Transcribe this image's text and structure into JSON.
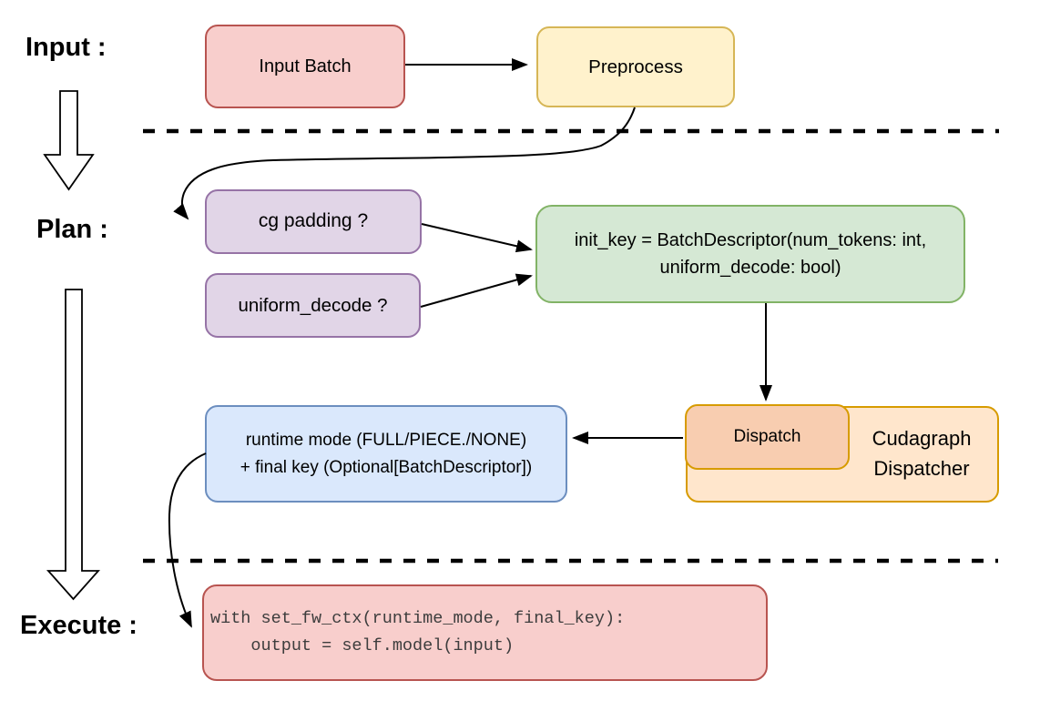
{
  "colors": {
    "canvas_bg": "#ffffff",
    "line": "#000000",
    "red_fill": "#f8cecc",
    "red_border": "#b85450",
    "yellow_fill": "#fff2cc",
    "yellow_border": "#d6b656",
    "purple_fill": "#e1d5e7",
    "purple_border": "#9673a6",
    "green_fill": "#d5e8d4",
    "green_border": "#82b366",
    "orange_fill": "#ffe6cc",
    "orange_border": "#d79b00",
    "salmon_fill": "#f8cdb0",
    "blue_fill": "#dae8fc",
    "blue_border": "#6c8ebf",
    "code_text": "#3d3d3d"
  },
  "stages": {
    "input_label": "Input :",
    "plan_label": "Plan :",
    "execute_label": "Execute :"
  },
  "nodes": {
    "input_batch": {
      "label": "Input Batch"
    },
    "preprocess": {
      "label": "Preprocess"
    },
    "cg_padding": {
      "label": "cg padding ?"
    },
    "uniform_decode": {
      "label": "uniform_decode ?"
    },
    "init_key": {
      "line1": "init_key = BatchDescriptor(num_tokens: int,",
      "line2": "uniform_decode: bool)"
    },
    "dispatch": {
      "label": "Dispatch"
    },
    "cudagraph_dispatcher": {
      "label": "Cudagraph Dispatcher"
    },
    "runtime_mode": {
      "line1": "runtime mode (FULL/PIECE./NONE)",
      "line2": "+ final key (Optional[BatchDescriptor])"
    },
    "execute_code": {
      "line1": "with set_fw_ctx(runtime_mode, final_key):",
      "line2": "    output = self.model(input)"
    }
  }
}
